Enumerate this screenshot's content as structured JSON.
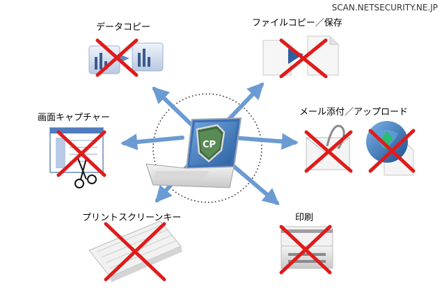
{
  "watermark": "SCAN.NETSECURITY.NE.JP",
  "labels": {
    "data_copy": "データコピー",
    "file_copy": "ファイルコピー／保存",
    "screen_capture": "画面キャプチャー",
    "mail_upload": "メール添付／アップロード",
    "print_screen": "プリントスクリーンキー",
    "print": "印刷"
  },
  "logo": {
    "text": "CP"
  },
  "colors": {
    "arrow": "#6b9bd2",
    "cross": "#e01b1b",
    "shield": "#3d6b3f"
  }
}
